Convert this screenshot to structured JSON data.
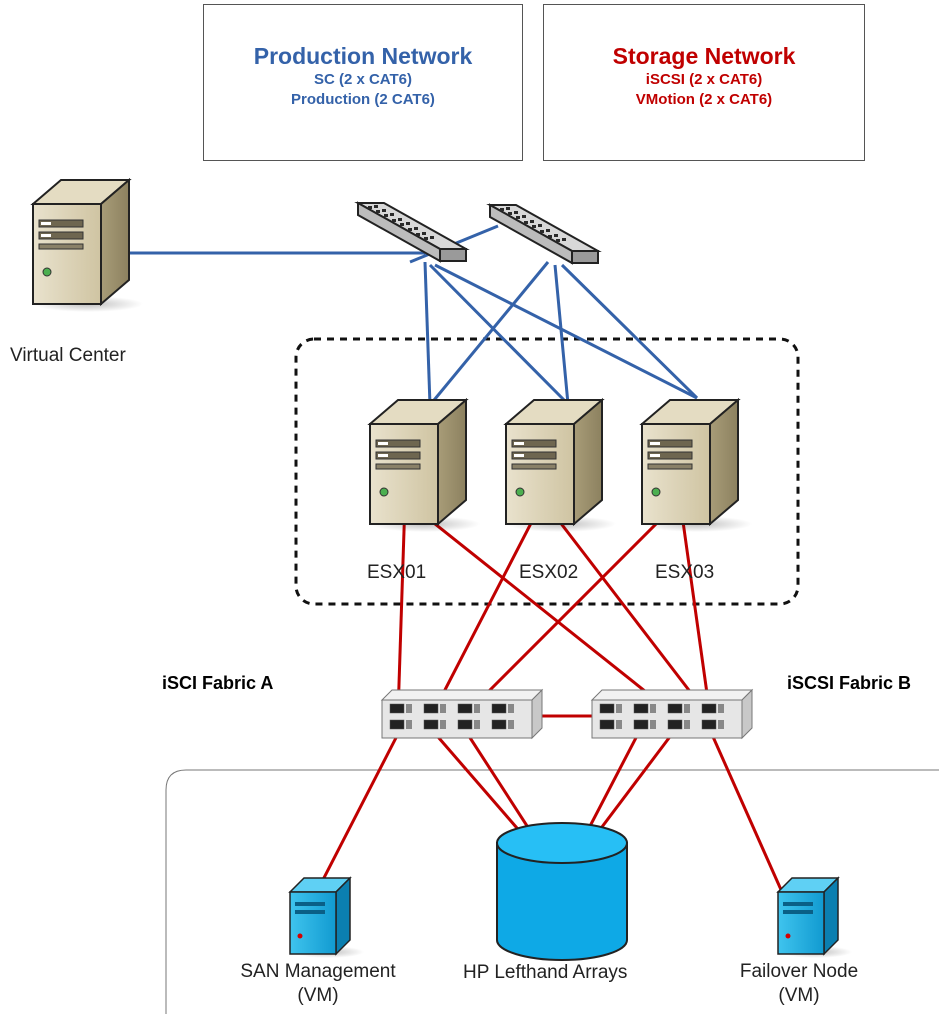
{
  "networks": {
    "production": {
      "title": "Production Network",
      "line1": "SC (2 x CAT6)",
      "line2": "Production (2 CAT6)",
      "color": "#3462a9"
    },
    "storage": {
      "title": "Storage Network",
      "line1": "iSCSI (2 x CAT6)",
      "line2": "VMotion (2 x CAT6)",
      "color": "#c00000"
    }
  },
  "nodes": {
    "virtual_center": "Virtual Center",
    "esx01": "ESX01",
    "esx02": "ESX02",
    "esx03": "ESX03",
    "san_management": {
      "line1": "SAN Management",
      "line2": "(VM)"
    },
    "hp_arrays": "HP Lefthand Arrays",
    "failover": {
      "line1": "Failover Node",
      "line2": "(VM)"
    }
  },
  "fabrics": {
    "a": "iSCI Fabric A",
    "b": "iSCSI Fabric B"
  },
  "icons": {
    "server": "tower-server-icon",
    "switch": "network-switch-icon",
    "storage": "disk-array-icon",
    "vm": "virtual-machine-icon"
  }
}
